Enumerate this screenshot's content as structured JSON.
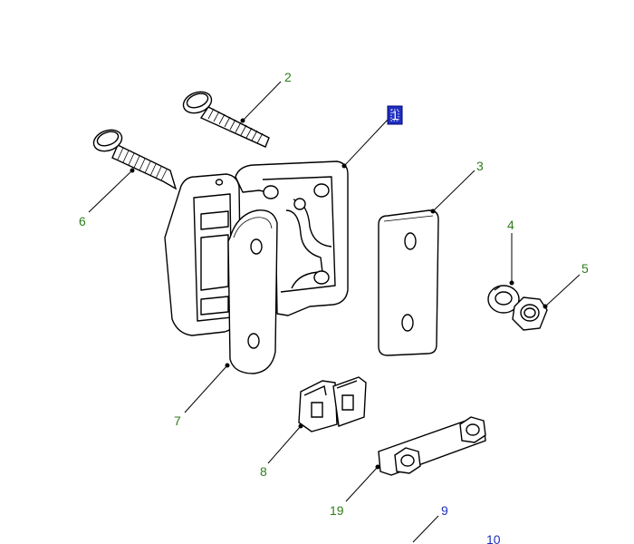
{
  "diagram": {
    "colors": {
      "label_green": "#2e7d1c",
      "label_blue": "#1f2fbf",
      "selected_bg": "#1f2fbf",
      "line": "#000000"
    },
    "callouts": [
      {
        "id": "c1",
        "text": "1",
        "selected": true
      },
      {
        "id": "c2",
        "text": "2"
      },
      {
        "id": "c3",
        "text": "3"
      },
      {
        "id": "c4",
        "text": "4"
      },
      {
        "id": "c5",
        "text": "5"
      },
      {
        "id": "c6",
        "text": "6"
      },
      {
        "id": "c7",
        "text": "7"
      },
      {
        "id": "c8",
        "text": "8"
      },
      {
        "id": "c19",
        "text": "19"
      },
      {
        "id": "c9",
        "text": "9"
      },
      {
        "id": "c10",
        "text": "10"
      }
    ]
  }
}
